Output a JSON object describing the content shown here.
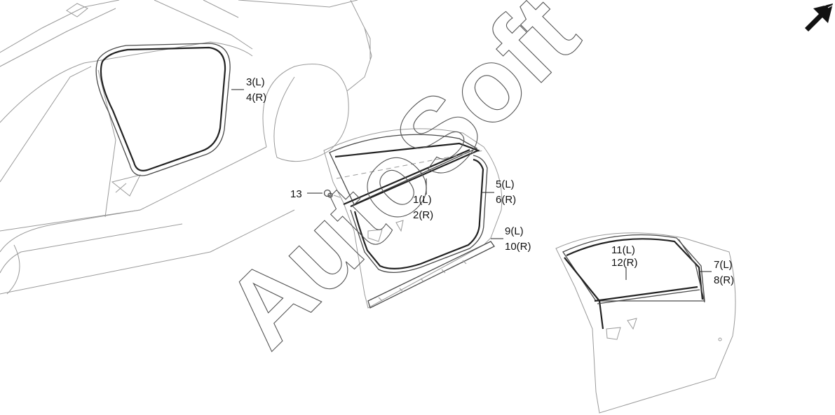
{
  "watermark": "AutoSoft",
  "direction_arrow": {
    "icon": "front-direction-arrow-icon"
  },
  "callouts": [
    {
      "id": "c1",
      "line1": "1(L)",
      "line2": "2(R)"
    },
    {
      "id": "c3",
      "line1": "3(L)",
      "line2": "4(R)"
    },
    {
      "id": "c5",
      "line1": "5(L)",
      "line2": "6(R)"
    },
    {
      "id": "c7",
      "line1": "7(L)",
      "line2": "8(R)"
    },
    {
      "id": "c9",
      "line1": "9(L)",
      "line2": "10(R)"
    },
    {
      "id": "c11",
      "line1": "11(L)",
      "line2": "12(R)"
    },
    {
      "id": "c13",
      "line1": "13"
    }
  ]
}
